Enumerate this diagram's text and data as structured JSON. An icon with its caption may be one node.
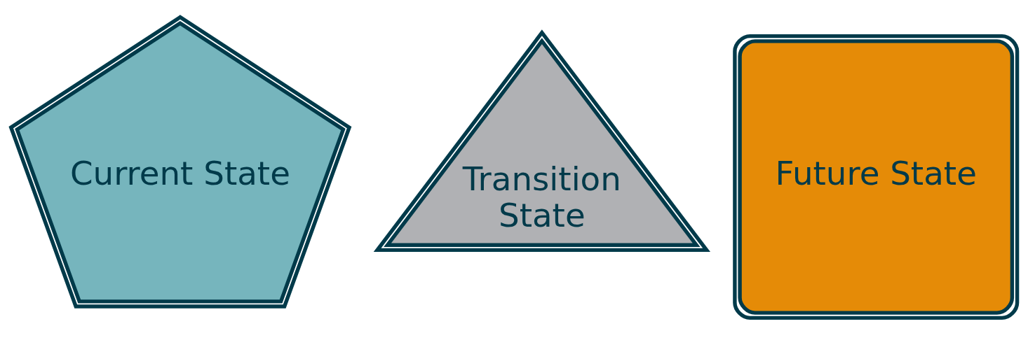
{
  "diagram": {
    "nodes": [
      {
        "text": [
          "Current State"
        ]
      },
      {
        "text": [
          "Transition State"
        ]
      },
      {
        "text": [
          "Future State"
        ]
      }
    ],
    "edges": []
  }
}
